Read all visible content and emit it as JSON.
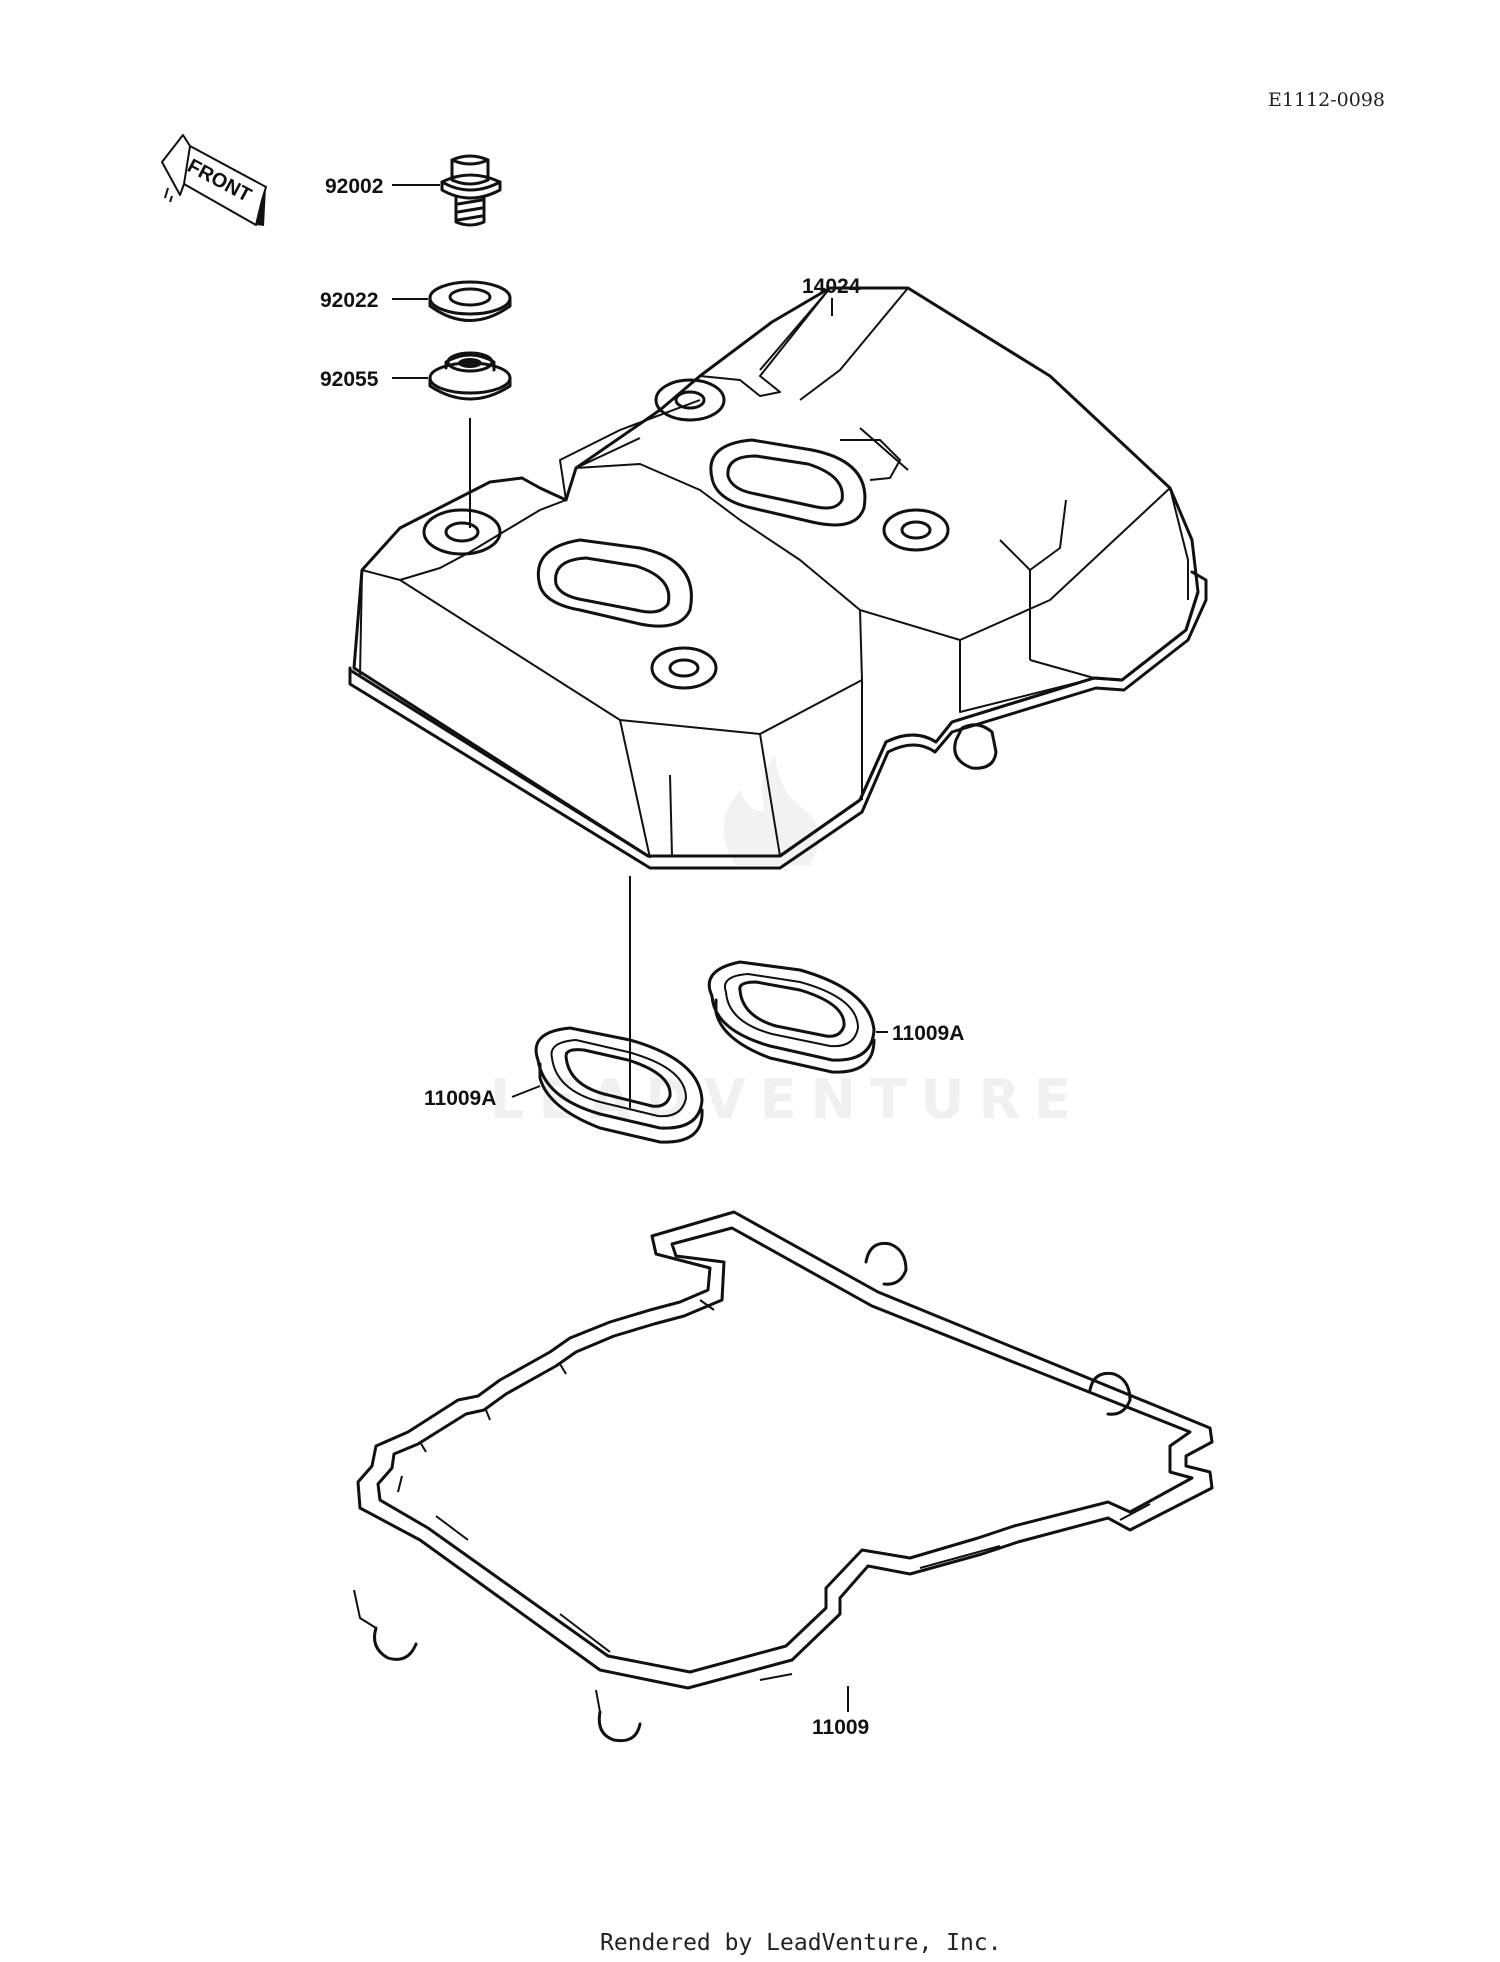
{
  "diagram": {
    "code": "E1112-0098",
    "front_label": "FRONT",
    "parts": {
      "bolt": "92002",
      "washer": "92022",
      "grommet": "92055",
      "cylinder_head_cover": "14024",
      "plug_gasket_right": "11009A",
      "plug_gasket_left": "11009A",
      "head_cover_gasket": "11009"
    },
    "watermark": "LEADVENTURE"
  },
  "footer": {
    "text": "Rendered by LeadVenture, Inc."
  }
}
